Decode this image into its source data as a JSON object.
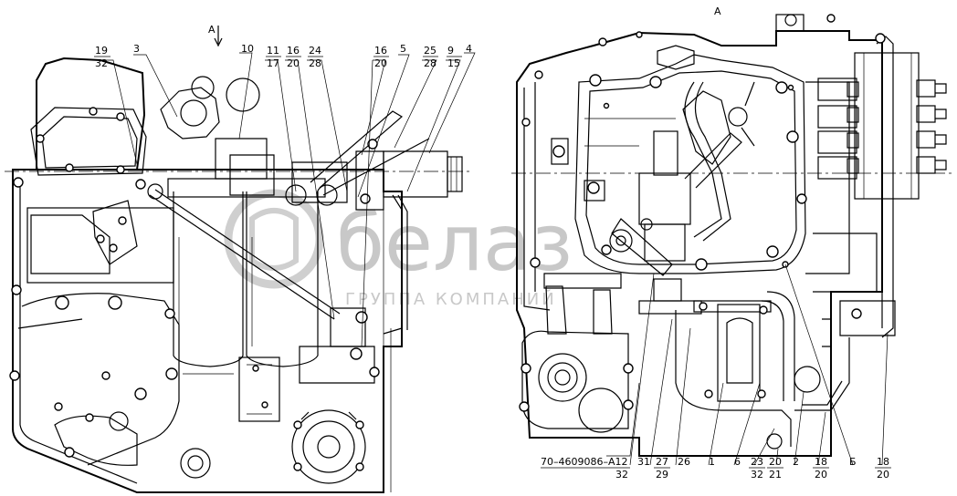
{
  "view_labels": {
    "left": "A",
    "right": "A"
  },
  "watermark": {
    "brand": "белаз",
    "tagline": "ГРУППА КОМПАНИЙ"
  },
  "callouts": {
    "c19_32": {
      "top": "19",
      "bottom": "32"
    },
    "c3": "3",
    "c10": "10",
    "c11_17": {
      "top": "11",
      "bottom": "17"
    },
    "c16_20": {
      "top": "16",
      "bottom": "20"
    },
    "c24_28": {
      "top": "24",
      "bottom": "28"
    },
    "c16b_20b": {
      "top": "16",
      "bottom": "20"
    },
    "c5": "5",
    "c25_28": {
      "top": "25",
      "bottom": "28"
    },
    "c9_15": {
      "top": "9",
      "bottom": "15"
    },
    "c4": "4",
    "c12_32": {
      "top": "70–4609086–А12",
      "bottom": "32"
    },
    "c31": "31",
    "c27_29": {
      "top": "27",
      "bottom": "29"
    },
    "c26": "26",
    "c1": "1",
    "c6": "6",
    "c23_32": {
      "top": "23",
      "bottom": "32"
    },
    "c20_21": {
      "top": "20",
      "bottom": "21"
    },
    "c2": "2",
    "c18_20": {
      "top": "18",
      "bottom": "20"
    },
    "cB": "Б",
    "c18b_20b": {
      "top": "18",
      "bottom": "20"
    }
  }
}
